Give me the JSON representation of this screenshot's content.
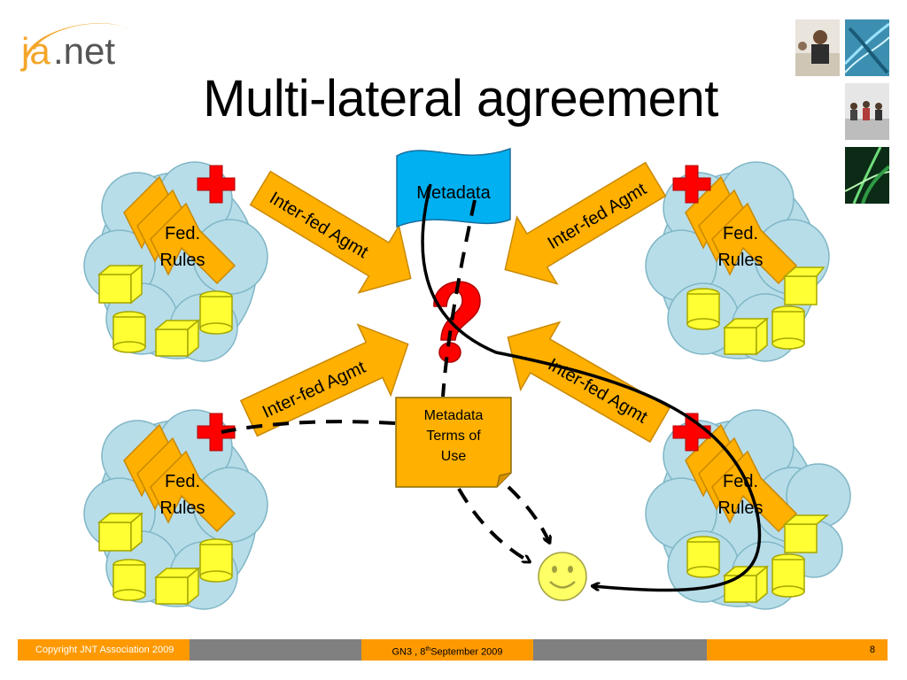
{
  "logo": {
    "brand_ja": "ja",
    "brand_net": ".net"
  },
  "slide": {
    "title": "Multi-lateral agreement"
  },
  "diagram": {
    "metadata_label": "Metadata",
    "terms_lines": [
      "Metadata",
      "Terms of",
      "Use"
    ],
    "question_mark": "?",
    "fed_rules_lines": [
      "Fed.",
      "Rules"
    ],
    "agmt_label": "Inter-fed Agmt"
  },
  "photos": [
    "office-worker-photo",
    "network-cables-photo",
    "meeting-photo",
    "green-light-photo"
  ],
  "footer": {
    "copyright": "Copyright JNT Association 2009",
    "event": "GN3 , 8",
    "event_sup": "th",
    "event_rest": "September 2009",
    "page": "8"
  },
  "colors": {
    "orange": "#ffb000",
    "cloud": "#b7dde8",
    "red_cross": "#ff0000",
    "metadata_blue": "#00b0f0",
    "footer_orange": "#ff9900",
    "footer_grey": "#808080"
  }
}
